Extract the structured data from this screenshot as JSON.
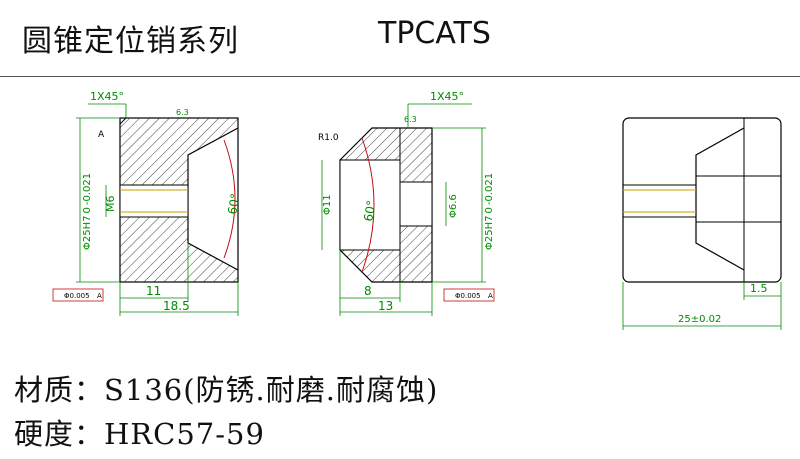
{
  "header": {
    "title": "圆锥定位销系列",
    "code": "TPCATS"
  },
  "drawing": {
    "chamfer": "1X45°",
    "radius": "R1.0",
    "angle": "60°",
    "thread": "M6",
    "fit_diameter": "Φ25H7",
    "tol_top": "0",
    "tol_bottom": "-0.021",
    "bore_large": "Φ11",
    "bore_small": "Φ6.6",
    "length_total_left": "18.5",
    "length_inner_left": "11",
    "length_total_mid": "13",
    "length_inner_mid": "8",
    "width_right": "25±0.02",
    "step_right": "1.5",
    "roughness": "6.3",
    "datum": "A",
    "concentricity": "Φ0.005",
    "colors": {
      "line": "#000000",
      "dim": "#008a00",
      "accent": "#c01010",
      "hatch": "#333333",
      "bore": "#c9a000"
    }
  },
  "specs": {
    "material_label": "材质：",
    "material_value": "S136(防锈.耐磨.耐腐蚀)",
    "hardness_label": "硬度：",
    "hardness_value": "HRC57-59"
  }
}
